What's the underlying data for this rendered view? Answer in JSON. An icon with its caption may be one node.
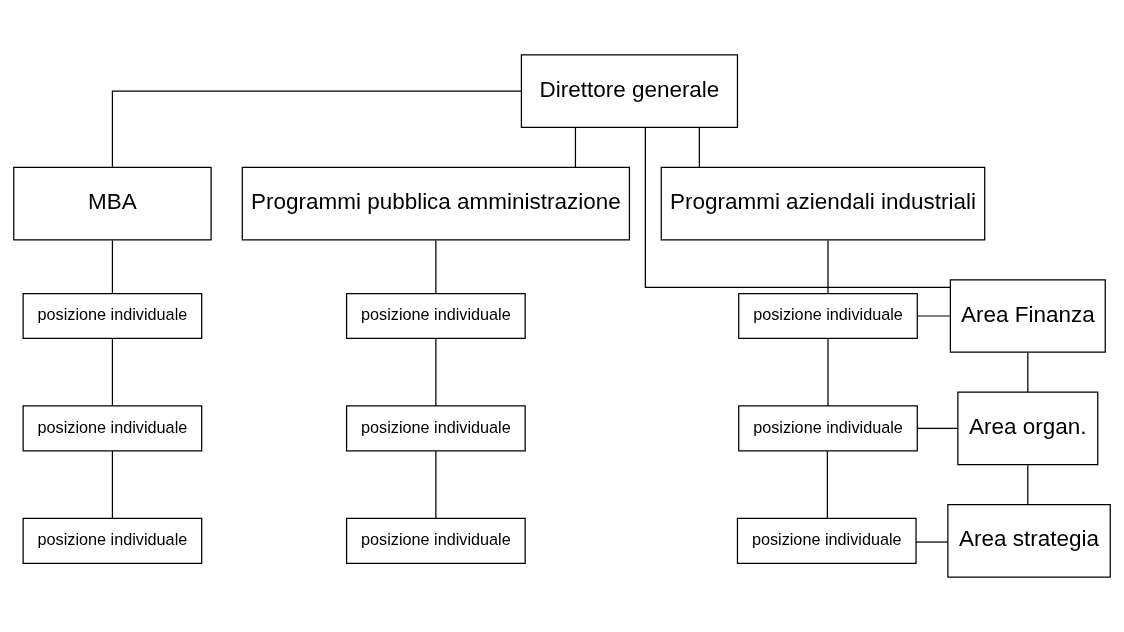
{
  "diagram": {
    "nodes": [
      {
        "text": [
          "Direttore generale"
        ]
      },
      {
        "text": [
          "MBA"
        ]
      },
      {
        "text": [
          "Programmi pubblica amministrazione"
        ]
      },
      {
        "text": [
          "Programmi aziendali industriali"
        ]
      },
      {
        "text": [
          "posizione individuale"
        ]
      },
      {
        "text": [
          "posizione individuale"
        ]
      },
      {
        "text": [
          "posizione individuale"
        ]
      },
      {
        "text": [
          "Area Finanza"
        ]
      },
      {
        "text": [
          "posizione individuale"
        ]
      },
      {
        "text": [
          "posizione individuale"
        ]
      },
      {
        "text": [
          "posizione individuale"
        ]
      },
      {
        "text": [
          "Area organ."
        ]
      },
      {
        "text": [
          "posizione individuale"
        ]
      },
      {
        "text": [
          "posizione individuale"
        ]
      },
      {
        "text": [
          "posizione individuale"
        ]
      },
      {
        "text": [
          "Area strategia"
        ]
      }
    ],
    "edges": [
      {
        "from": 0,
        "to": 1,
        "arrow": "none"
      },
      {
        "from": 0,
        "to": 2,
        "arrow": "none"
      },
      {
        "from": 0,
        "to": 3,
        "arrow": "none"
      },
      {
        "from": 0,
        "to": 7,
        "arrow": "none"
      },
      {
        "from": 1,
        "to": 4,
        "arrow": "none"
      },
      {
        "from": 4,
        "to": 8,
        "arrow": "none"
      },
      {
        "from": 8,
        "to": 12,
        "arrow": "none"
      },
      {
        "from": 2,
        "to": 5,
        "arrow": "none"
      },
      {
        "from": 5,
        "to": 9,
        "arrow": "none"
      },
      {
        "from": 9,
        "to": 13,
        "arrow": "none"
      },
      {
        "from": 3,
        "to": 6,
        "arrow": "none"
      },
      {
        "from": 6,
        "to": 10,
        "arrow": "none"
      },
      {
        "from": 10,
        "to": 14,
        "arrow": "none"
      },
      {
        "from": 6,
        "to": 7,
        "arrow": "none"
      },
      {
        "from": 10,
        "to": 11,
        "arrow": "none"
      },
      {
        "from": 14,
        "to": 15,
        "arrow": "none"
      },
      {
        "from": 7,
        "to": 11,
        "arrow": "none"
      },
      {
        "from": 11,
        "to": 15,
        "arrow": "none"
      }
    ]
  }
}
